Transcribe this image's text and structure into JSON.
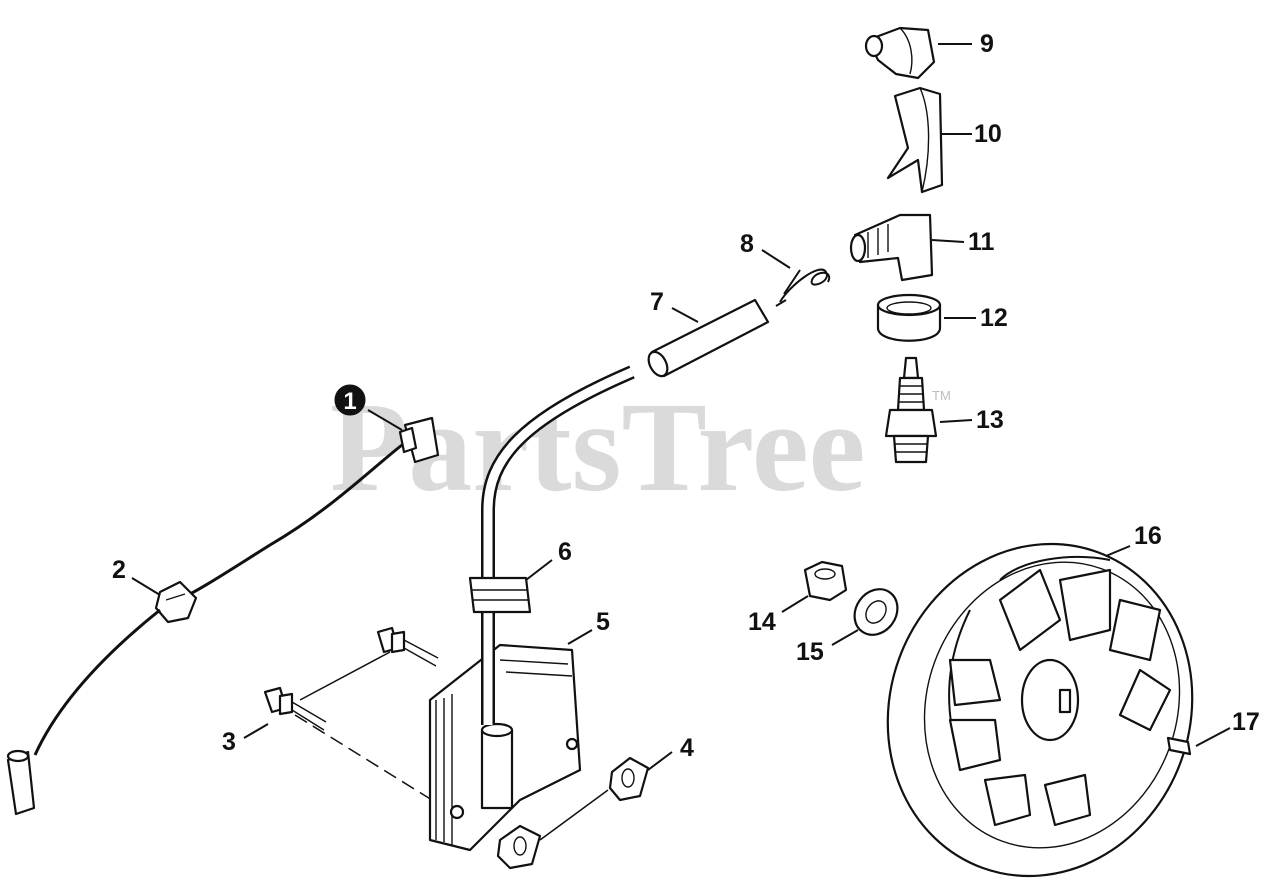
{
  "watermark": {
    "text": "PartsTree",
    "tm": "TM"
  },
  "callouts": [
    {
      "id": "1",
      "label": "1",
      "filled": true
    },
    {
      "id": "2",
      "label": "2"
    },
    {
      "id": "3",
      "label": "3"
    },
    {
      "id": "4",
      "label": "4"
    },
    {
      "id": "5",
      "label": "5"
    },
    {
      "id": "6",
      "label": "6"
    },
    {
      "id": "7",
      "label": "7"
    },
    {
      "id": "8",
      "label": "8"
    },
    {
      "id": "9",
      "label": "9"
    },
    {
      "id": "10",
      "label": "10"
    },
    {
      "id": "11",
      "label": "11"
    },
    {
      "id": "12",
      "label": "12"
    },
    {
      "id": "13",
      "label": "13"
    },
    {
      "id": "14",
      "label": "14"
    },
    {
      "id": "15",
      "label": "15"
    },
    {
      "id": "16",
      "label": "16"
    },
    {
      "id": "17",
      "label": "17"
    }
  ]
}
